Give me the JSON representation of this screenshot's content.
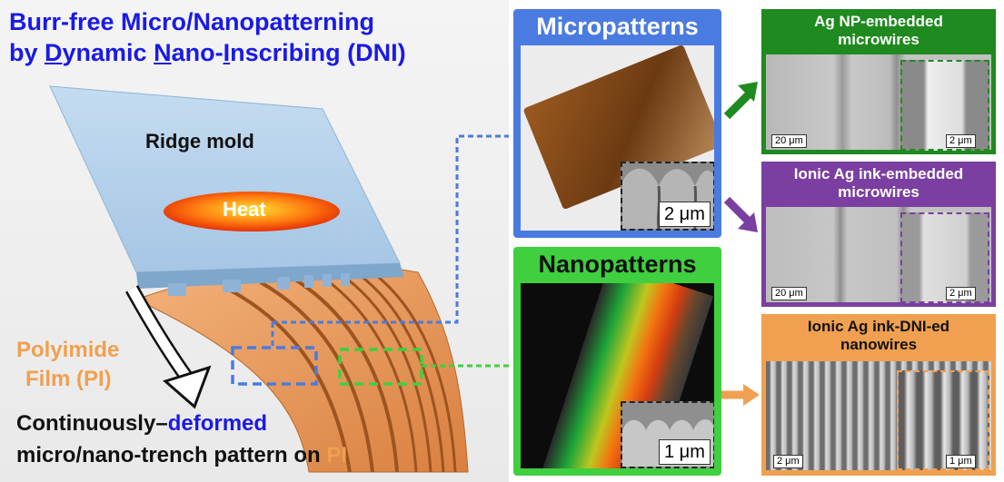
{
  "title": {
    "line1": "Burr-free Micro/Nanopatterning",
    "line2_pre": "by ",
    "line2_D": "D",
    "line2_mid1": "ynamic ",
    "line2_N": "N",
    "line2_mid2": "ano-",
    "line2_I": "I",
    "line2_post": "nscribing (DNI)"
  },
  "schematic": {
    "mold_label": "Ridge mold",
    "heat_label": "Heat",
    "film_label_line1": "Polyimide",
    "film_label_line2": "Film (PI)",
    "caption_line1_a": "Continuously",
    "caption_line1_dash": "–",
    "caption_line1_b": "deformed",
    "caption_line2_a": "micro/nano-trench pattern on ",
    "caption_line2_b": "PI"
  },
  "panels": {
    "micro": {
      "title": "Micropatterns",
      "scale": "2 μm"
    },
    "nano": {
      "title": "Nanopatterns",
      "scale": "1 μm"
    }
  },
  "results": [
    {
      "title_line1": "Ag NP-embedded",
      "title_line2": "microwires",
      "scale_main": "20 μm",
      "scale_inset": "2 μm",
      "color": "#1f8a1f"
    },
    {
      "title_line1": "Ionic Ag ink-embedded",
      "title_line2": "microwires",
      "scale_main": "20 μm",
      "scale_inset": "2 μm",
      "color": "#7a3fa0"
    },
    {
      "title_line1": "Ionic Ag ink-DNI-ed",
      "title_line2": "nanowires",
      "scale_main": "2 μm",
      "scale_inset": "1 μm",
      "color": "#f0a050"
    }
  ],
  "colors": {
    "title_blue": "#1a1ae6",
    "micro_blue": "#4a7be0",
    "nano_green": "#3fcf3f",
    "film_orange": "#e8944e",
    "mold_blue": "#a9cbe6"
  }
}
